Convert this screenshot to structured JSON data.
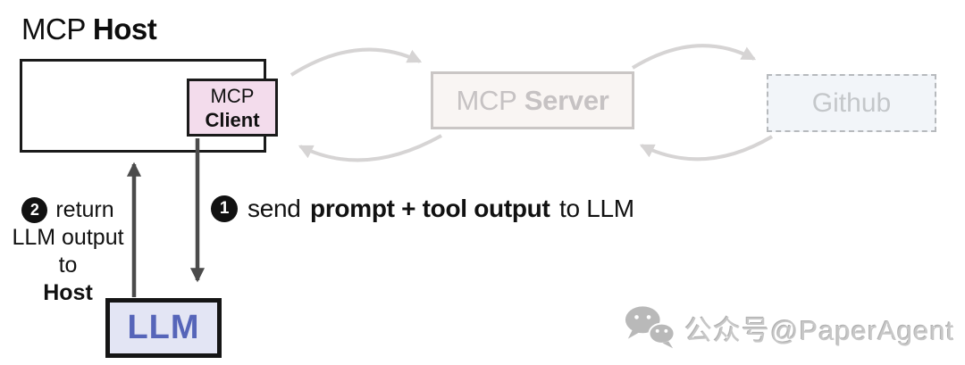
{
  "title": {
    "regular": "MCP",
    "bold": "Host"
  },
  "diagram": {
    "client_box": {
      "line1": "MCP",
      "line2": "Client"
    },
    "server_box": {
      "regular": "MCP",
      "bold": "Server"
    },
    "github_box": {
      "label": "Github"
    },
    "llm_box": {
      "label": "LLM"
    }
  },
  "annotations": {
    "step1": {
      "number": "1",
      "pre": "send",
      "bold": "prompt + tool output",
      "post": "to LLM"
    },
    "step2": {
      "number": "2",
      "line1": "return",
      "line2": "LLM output to",
      "line3": "Host"
    }
  },
  "watermark": {
    "icon": "wechat-icon",
    "text": "公众号@PaperAgent"
  },
  "colors": {
    "client_fill": "#f3dcec",
    "server_fill": "#f9f5f3",
    "github_fill": "#f2f5f9",
    "llm_fill": "#e3e5f4",
    "llm_text": "#5665b9",
    "faded_text": "#c6c2c3",
    "arc_gray": "#d6d4d4",
    "arrow_dark": "#4b4b4b",
    "badge_bg": "#111111"
  }
}
